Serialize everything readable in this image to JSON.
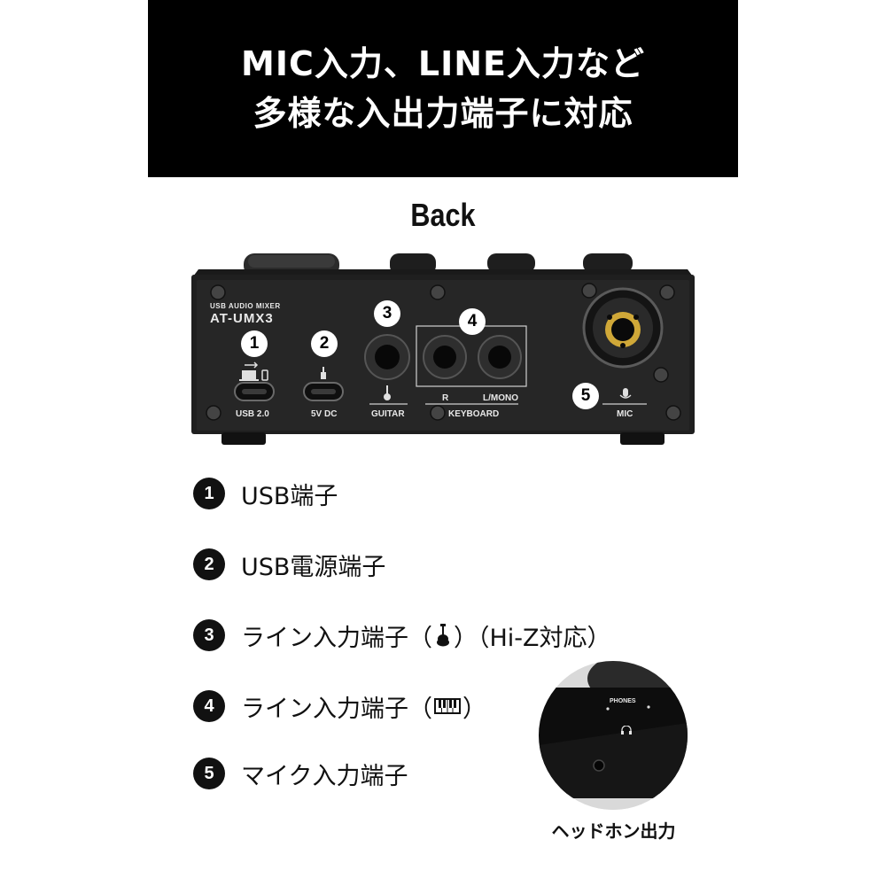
{
  "header": {
    "line1": "MIC入力、LINE入力など",
    "line2": "多様な入出力端子に対応"
  },
  "back_title": "Back",
  "device": {
    "brand_small": "USB AUDIO MIXER",
    "model": "AT-UMX3",
    "ports": [
      {
        "number": "1",
        "label": "USB 2.0"
      },
      {
        "number": "2",
        "label": "5V DC"
      },
      {
        "number": "3",
        "label": "GUITAR"
      },
      {
        "number": "4",
        "label": "KEYBOARD",
        "jack_left": "R",
        "jack_right": "L/MONO"
      },
      {
        "number": "5",
        "label": "MIC"
      }
    ]
  },
  "legend": [
    {
      "number": "1",
      "text": "USB端子"
    },
    {
      "number": "2",
      "text": "USB電源端子"
    },
    {
      "number": "3",
      "text_before": "ライン入力端子（",
      "icon": "guitar-icon",
      "text_after": "）（Hi-Z対応）"
    },
    {
      "number": "4",
      "text_before": "ライン入力端子（",
      "icon": "keyboard-icon",
      "text_after": "）"
    },
    {
      "number": "5",
      "text": "マイク入力端子"
    }
  ],
  "phones": {
    "panel_label": "PHONES",
    "caption": "ヘッドホン出力",
    "icon": "headphones-icon"
  },
  "colors": {
    "header_bg": "#000000",
    "device_body": "#232323",
    "badge_dark": "#111111"
  }
}
